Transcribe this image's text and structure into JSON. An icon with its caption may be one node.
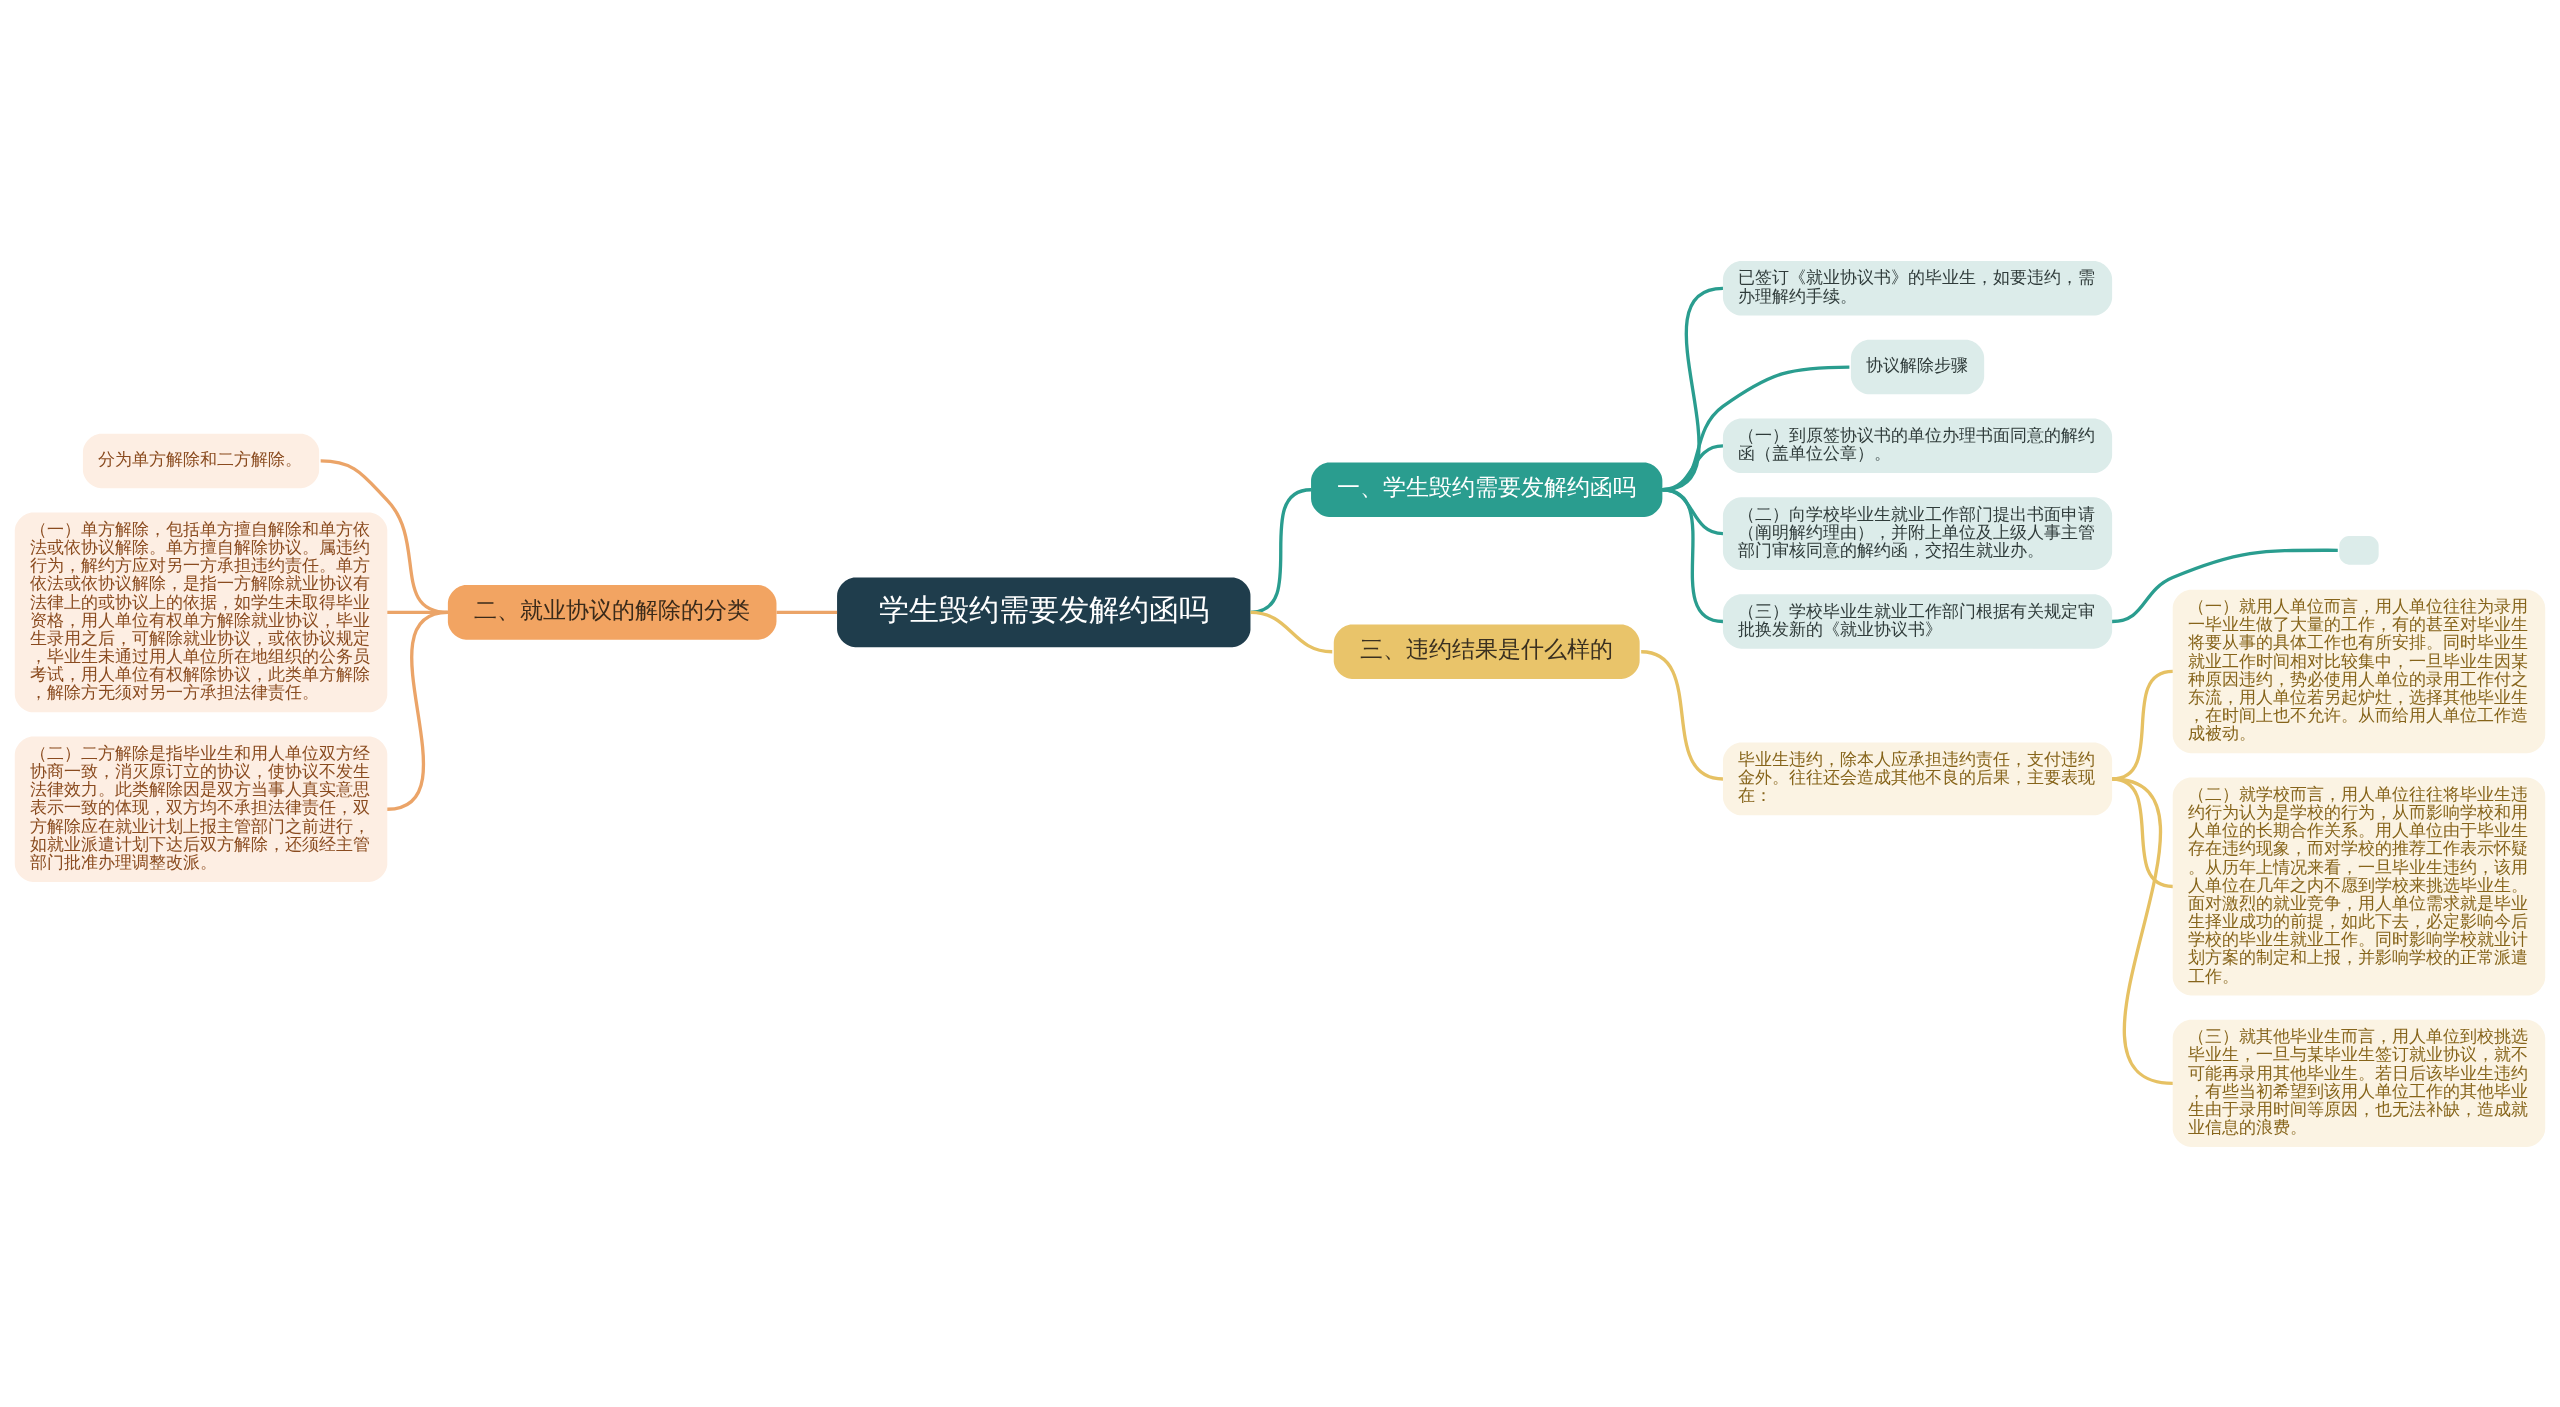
{
  "diagram": {
    "nodes": [
      {
        "text": [
          "学生毁约需要发解约函吗"
        ]
      },
      {
        "text": [
          "一、学生毁约需要发解约函吗"
        ]
      },
      {
        "text": [
          "已签订《就业协议书》的毕业生，如要违约，需办理解约手续。"
        ]
      },
      {
        "text": [
          "协议解除步骤"
        ]
      },
      {
        "text": [
          "（一）到原签协议书的单位办理书面同意的解约函（盖单位公章）。"
        ]
      },
      {
        "text": [
          "（二）向学校毕业生就业工作部门提出书面申请（阐明解约理由），并附上单位及上级人事主管部门审核同意的解约函，交招生就业办。"
        ]
      },
      {
        "text": [
          "（三）学校毕业生就业工作部门根据有关规定审批换发新的《就业协议书》"
        ]
      },
      {
        "text": [],
        "shape": "box"
      },
      {
        "text": [
          "二、就业协议的解除的分类"
        ]
      },
      {
        "text": [
          "分为单方解除和二方解除。"
        ]
      },
      {
        "text": [
          "（一）单方解除，包括单方擅自解除和单方依法或依协议解除。单方擅自解除协议。属违约行为，解约方应对另一方承担违约责任。单方依法或依协议解除，是指一方解除就业协议有法律上的或协议上的依据，如学生未取得毕业资格，用人单位有权单方解除就业协议，毕业生录用之后，可解除就业协议，或依协议规定，毕业生未通过用人单位所在地组织的公务员考试，用人单位有权解除协议，此类单方解除，解除方无须对另一方承担法律责任。"
        ]
      },
      {
        "text": [
          "（二）二方解除是指毕业生和用人单位双方经协商一致，消灭原订立的协议，使协议不发生法律效力。此类解除因是双方当事人真实意思表示一致的体现，双方均不承担法律责任，双方解除应在就业计划上报主管部门之前进行，如就业派遣计划下达后双方解除，还须经主管部门批准办理调整改派。"
        ]
      },
      {
        "text": [
          "三、违约结果是什么样的"
        ]
      },
      {
        "text": [
          "毕业生违约，除本人应承担违约责任，支付违约金外。往往还会造成其他不良的后果，主要表现在："
        ]
      },
      {
        "text": [
          "（一）就用人单位而言，用人单位往往为录用一毕业生做了大量的工作，有的甚至对毕业生将要从事的具体工作也有所安排。同时毕业生就业工作时间相对比较集中，一旦毕业生因某种原因违约，势必使用人单位的录用工作付之东流，用人单位若另起炉灶，选择其他毕业生，在时间上也不允许。从而给用人单位工作造成被动。"
        ]
      },
      {
        "text": [
          "（二）就学校而言，用人单位往往将毕业生违约行为认为是学校的行为，从而影响学校和用人单位的长期合作关系。用人单位由于毕业生存在违约现象，而对学校的推荐工作表示怀疑。从历年上情况来看，一旦毕业生违约，该用人单位在几年之内不愿到学校来挑选毕业生。面对激烈的就业竞争，用人单位需求就是毕业生择业成功的前提，如此下去，必定影响今后学校的毕业生就业工作。同时影响学校就业计划方案的制定和上报，并影响学校的正常派遣工作。"
        ]
      },
      {
        "text": [
          "（三）就其他毕业生而言，用人单位到校挑选毕业生，一旦与某毕业生签订就业协议，就不可能再录用其他毕业生。若日后该毕业生违约，有些当初希望到该用人单位工作的其他毕业生由于录用时间等原因，也无法补缺，造成就业信息的浪费。"
        ]
      }
    ],
    "edges": [
      {
        "from": 0,
        "to": 1,
        "arrow": "none"
      },
      {
        "from": 1,
        "to": 2,
        "arrow": "none"
      },
      {
        "from": 1,
        "to": 3,
        "arrow": "none"
      },
      {
        "from": 1,
        "to": 4,
        "arrow": "none"
      },
      {
        "from": 1,
        "to": 5,
        "arrow": "none"
      },
      {
        "from": 1,
        "to": 6,
        "arrow": "none"
      },
      {
        "from": 6,
        "to": 7,
        "arrow": "none"
      },
      {
        "from": 0,
        "to": 8,
        "arrow": "none",
        "color": "#eba468"
      },
      {
        "from": 8,
        "to": 9,
        "arrow": "none",
        "color": "#eba468"
      },
      {
        "from": 8,
        "to": 10,
        "arrow": "none",
        "color": "#eba468"
      },
      {
        "from": 8,
        "to": 11,
        "arrow": "none",
        "color": "#eba468"
      },
      {
        "from": 0,
        "to": 12,
        "arrow": "none",
        "color": "#e6c163"
      },
      {
        "from": 12,
        "to": 13,
        "arrow": "none",
        "color": "#e6c163"
      },
      {
        "from": 13,
        "to": 14,
        "arrow": "none",
        "color": "#e6c163"
      },
      {
        "from": 13,
        "to": 15,
        "arrow": "none",
        "color": "#e6c163"
      },
      {
        "from": 13,
        "to": 16,
        "arrow": "none",
        "color": "#e6c163"
      }
    ]
  }
}
